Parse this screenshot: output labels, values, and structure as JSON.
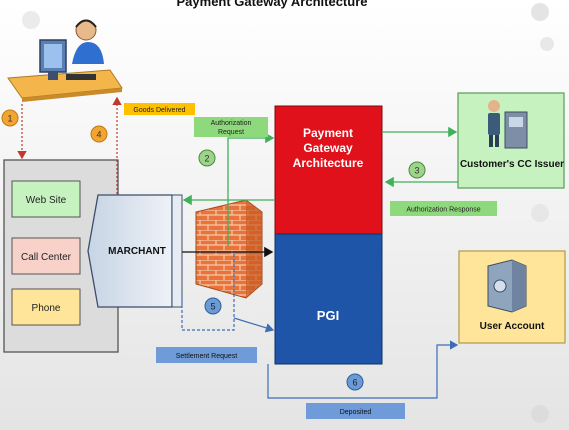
{
  "title": "Payment Gateway Architecture",
  "nodes": {
    "web_site": "Web Site",
    "call_center": "Call Center",
    "phone": "Phone",
    "merchant": "MARCHANT",
    "pga_line1": "Payment",
    "pga_line2": "Gateway",
    "pga_line3": "Architecture",
    "pgi": "PGI",
    "cc_issuer": "Customer's CC Issuer",
    "user_account": "User Account"
  },
  "labels": {
    "goods_delivered": "Goods Delivered",
    "auth_request_1": "Authorization",
    "auth_request_2": "Request",
    "auth_response": "Authorization Response",
    "settlement_request": "Settlement Request",
    "deposited": "Deposited"
  },
  "steps": [
    "1",
    "2",
    "3",
    "4",
    "5",
    "6"
  ],
  "colors": {
    "pga_red": "#e0111a",
    "pgi_blue": "#1f55a8",
    "green_box": "#c6f2c0",
    "green_line": "#3fb15a",
    "yellow_box": "#ffe59a",
    "pink_box": "#f8d2c9",
    "label_yellow": "#ffc000",
    "label_blue": "#6f9bd8",
    "label_green": "#8fd97d",
    "step_orange": "#f2a531",
    "step_green": "#9bd48a",
    "step_blue": "#6a9bd6"
  }
}
